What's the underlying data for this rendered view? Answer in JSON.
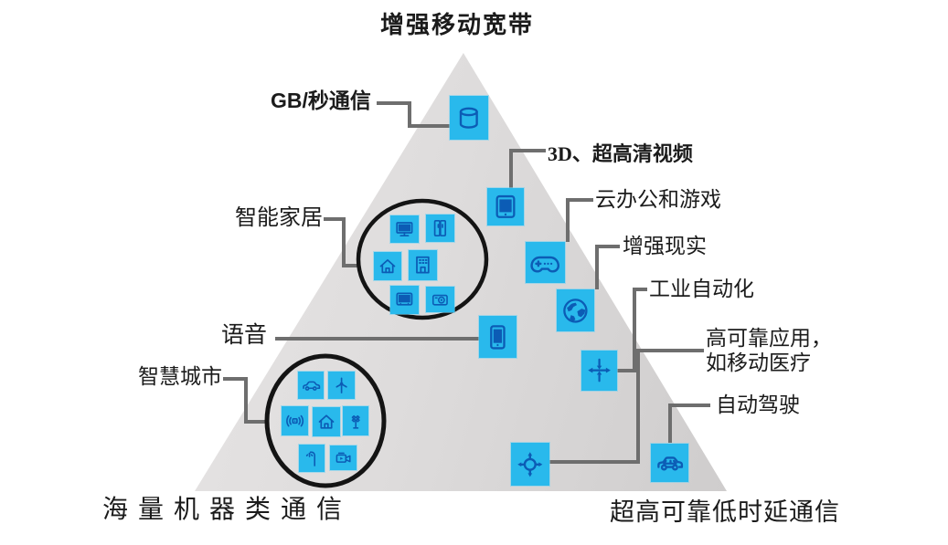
{
  "diagram": {
    "top_label": "增强移动宽带",
    "bottom_left_label": "海量机器类通信",
    "bottom_right_label": "超高可靠低时延通信",
    "callouts": [
      {
        "label": "GB/秒通信",
        "icon": "database-icon"
      },
      {
        "label": "3D、超高清视频",
        "icon": "tablet-monitor-icon"
      },
      {
        "label": "云办公和游戏",
        "icon": "gamepad-icon"
      },
      {
        "label": "增强现实",
        "icon": "globe-icon"
      },
      {
        "label": "工业自动化",
        "icon": "four-arrows-icon"
      },
      {
        "lines": [
          "高可靠应用，",
          "如移动医疗"
        ],
        "icon": "network-hub-icon"
      },
      {
        "label": "自动驾驶",
        "icon": "car-icon"
      },
      {
        "label": "语音",
        "icon": "smartphone-icon"
      }
    ],
    "groups": [
      {
        "label": "智能家居",
        "icons": [
          "desktop-monitor-icon",
          "refrigerator-icon",
          "house-icon",
          "washing-machine-icon",
          "tv-icon",
          "camera-icon"
        ]
      },
      {
        "label": "智慧城市",
        "icons": [
          "car-icon",
          "wind-turbine-icon",
          "radio-signal-icon",
          "house-icon",
          "signal-panel-icon",
          "street-lamp-icon",
          "video-camera-icon"
        ]
      }
    ],
    "colors": {
      "tile": "#29b9ec",
      "glyph": "#0c5cb5",
      "connector": "#6e6e6e",
      "triangle_light": "#e7e5e5",
      "triangle_dark": "#cfcdcd",
      "circle_stroke": "#141414"
    }
  }
}
